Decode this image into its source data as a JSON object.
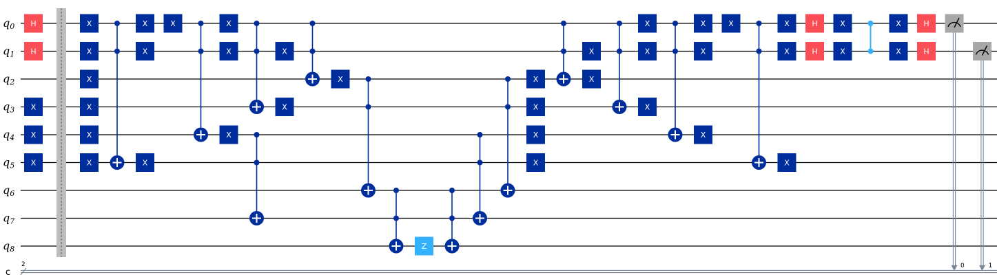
{
  "circuit": {
    "qubits": [
      "q0",
      "q1",
      "q2",
      "q3",
      "q4",
      "q5",
      "q6",
      "q7",
      "q8"
    ],
    "qubit_names": [
      {
        "base": "q",
        "sub": "0"
      },
      {
        "base": "q",
        "sub": "1"
      },
      {
        "base": "q",
        "sub": "2"
      },
      {
        "base": "q",
        "sub": "3"
      },
      {
        "base": "q",
        "sub": "4"
      },
      {
        "base": "q",
        "sub": "5"
      },
      {
        "base": "q",
        "sub": "6"
      },
      {
        "base": "q",
        "sub": "7"
      },
      {
        "base": "q",
        "sub": "8"
      }
    ],
    "classical_register": {
      "name": "c",
      "size": "2"
    },
    "colors": {
      "x_gate": "#002D9C",
      "h_gate": "#FA4D56",
      "z_gate": "#33B1FF",
      "cz": "#33B1FF",
      "measure": "#A8A8A8",
      "barrier": "#BDBDBD",
      "wire": "#000000",
      "classical_wire": "#778899"
    },
    "gate_labels": {
      "x": "X",
      "h": "H",
      "z": "Z"
    },
    "moments": [
      [
        {
          "g": "h",
          "q": 0
        },
        {
          "g": "h",
          "q": 1
        },
        {
          "g": "x",
          "q": 3
        },
        {
          "g": "x",
          "q": 4
        },
        {
          "g": "x",
          "q": 5
        }
      ],
      [
        {
          "g": "barrier"
        }
      ],
      [
        {
          "g": "x",
          "q": 0
        },
        {
          "g": "x",
          "q": 1
        },
        {
          "g": "x",
          "q": 2
        },
        {
          "g": "x",
          "q": 3
        },
        {
          "g": "x",
          "q": 4
        },
        {
          "g": "x",
          "q": 5
        }
      ],
      [
        {
          "g": "mcx",
          "c": [
            0,
            1
          ],
          "t": 5
        }
      ],
      [
        {
          "g": "x",
          "q": 0
        },
        {
          "g": "x",
          "q": 1
        },
        {
          "g": "x",
          "q": 5
        }
      ],
      [
        {
          "g": "x",
          "q": 0
        }
      ],
      [
        {
          "g": "mcx",
          "c": [
            0,
            1
          ],
          "t": 4
        }
      ],
      [
        {
          "g": "x",
          "q": 0
        },
        {
          "g": "x",
          "q": 1
        },
        {
          "g": "x",
          "q": 4
        }
      ],
      [
        {
          "g": "mcx",
          "c": [
            0,
            1
          ],
          "t": 3
        },
        {
          "g": "mcx",
          "c": [
            4,
            5
          ],
          "t": 7
        }
      ],
      [
        {
          "g": "x",
          "q": 1
        },
        {
          "g": "x",
          "q": 3
        }
      ],
      [
        {
          "g": "mcx",
          "c": [
            0,
            1
          ],
          "t": 2
        }
      ],
      [
        {
          "g": "x",
          "q": 2
        }
      ],
      [
        {
          "g": "mcx",
          "c": [
            2,
            3
          ],
          "t": 6
        }
      ],
      [
        {
          "g": "mcx",
          "c": [
            6,
            7
          ],
          "t": 8
        }
      ],
      [
        {
          "g": "z",
          "q": 8
        }
      ],
      [
        {
          "g": "mcx",
          "c": [
            6,
            7
          ],
          "t": 8
        }
      ],
      [
        {
          "g": "mcx",
          "c": [
            4,
            5
          ],
          "t": 7
        }
      ],
      [
        {
          "g": "mcx",
          "c": [
            2,
            3
          ],
          "t": 6
        }
      ],
      [
        {
          "g": "x",
          "q": 2
        },
        {
          "g": "x",
          "q": 3
        },
        {
          "g": "x",
          "q": 4
        },
        {
          "g": "x",
          "q": 5
        }
      ],
      [
        {
          "g": "mcx",
          "c": [
            0,
            1
          ],
          "t": 2
        }
      ],
      [
        {
          "g": "x",
          "q": 1
        },
        {
          "g": "x",
          "q": 2
        }
      ],
      [
        {
          "g": "mcx",
          "c": [
            0,
            1
          ],
          "t": 3
        }
      ],
      [
        {
          "g": "x",
          "q": 0
        },
        {
          "g": "x",
          "q": 1
        },
        {
          "g": "x",
          "q": 3
        }
      ],
      [
        {
          "g": "mcx",
          "c": [
            0,
            1
          ],
          "t": 4
        }
      ],
      [
        {
          "g": "x",
          "q": 0
        },
        {
          "g": "x",
          "q": 1
        },
        {
          "g": "x",
          "q": 4
        }
      ],
      [
        {
          "g": "x",
          "q": 0
        }
      ],
      [
        {
          "g": "mcx",
          "c": [
            0,
            1
          ],
          "t": 5
        }
      ],
      [
        {
          "g": "x",
          "q": 0
        },
        {
          "g": "x",
          "q": 1
        },
        {
          "g": "x",
          "q": 5
        }
      ],
      [
        {
          "g": "h",
          "q": 0
        },
        {
          "g": "h",
          "q": 1
        }
      ],
      [
        {
          "g": "x",
          "q": 0
        },
        {
          "g": "x",
          "q": 1
        }
      ],
      [
        {
          "g": "cz",
          "q": [
            0,
            1
          ]
        }
      ],
      [
        {
          "g": "x",
          "q": 0
        },
        {
          "g": "x",
          "q": 1
        }
      ],
      [
        {
          "g": "h",
          "q": 0
        },
        {
          "g": "h",
          "q": 1
        }
      ],
      [
        {
          "g": "measure",
          "q": 0,
          "c": "0"
        }
      ],
      [
        {
          "g": "measure",
          "q": 1,
          "c": "1"
        }
      ]
    ]
  }
}
